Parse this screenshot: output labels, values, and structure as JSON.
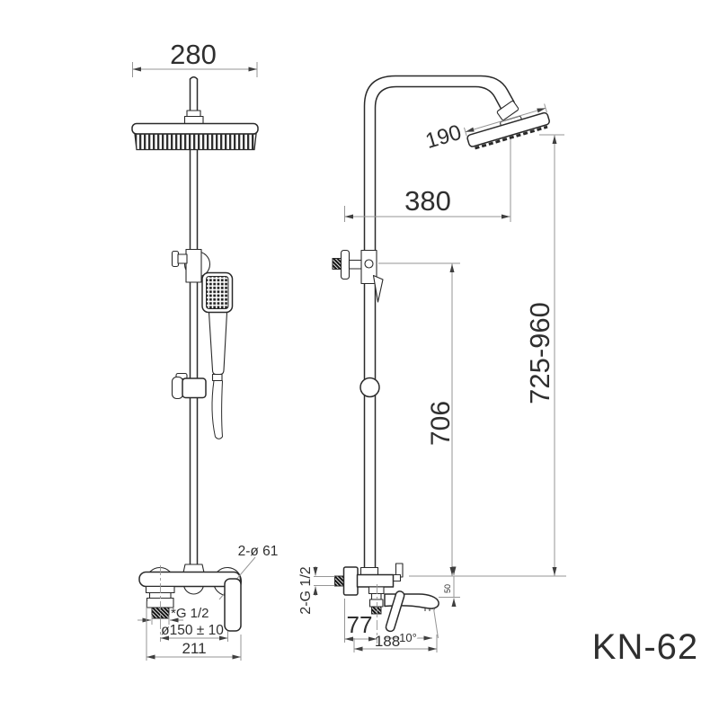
{
  "product": {
    "model": "KN-62"
  },
  "colors": {
    "ink": "#2a2a2a",
    "dim_line": "#969696",
    "text": "#2f2f2f",
    "background": "#ffffff"
  },
  "views": {
    "front": {
      "name": "front-view",
      "dims": {
        "head_width": "280",
        "flange_diameter": "2-ø 61",
        "outlet_thread": "*G 1/2",
        "inlet_spacing": "ø150 ± 10",
        "body_width": "211"
      }
    },
    "side": {
      "name": "side-view",
      "dims": {
        "head_length": "190",
        "arm_reach": "380",
        "total_height": "725-960",
        "riser_height": "706",
        "wall_thread": "2-G 1/2",
        "spout_drop": "50",
        "wall_offset": "77",
        "spout_reach": "188",
        "spout_angle": "10°"
      }
    }
  }
}
